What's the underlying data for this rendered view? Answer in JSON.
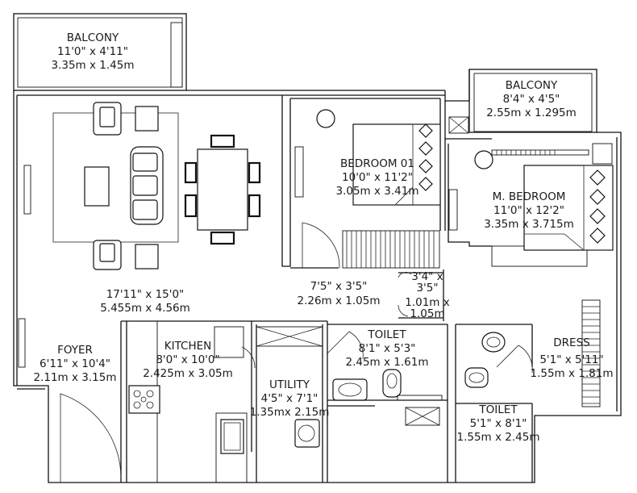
{
  "rooms": {
    "balcony_left": {
      "name": "BALCONY",
      "dim_ft": "11'0\" x 4'11\"",
      "dim_m": "3.35m x 1.45m"
    },
    "balcony_right": {
      "name": "BALCONY",
      "dim_ft": "8'4\" x 4'5\"",
      "dim_m": "2.55m x 1.295m"
    },
    "bedroom01": {
      "name": "BEDROOM 01",
      "dim_ft": "10'0\" x 11'2\"",
      "dim_m": "3.05m x 3.41m"
    },
    "master_bedroom": {
      "name": "M. BEDROOM",
      "dim_ft": "11'0\" x 12'2\"",
      "dim_m": "3.35m x 3.715m"
    },
    "living": {
      "dim_ft": "17'11\" x 15'0\"",
      "dim_m": "5.455m x 4.56m"
    },
    "passage": {
      "dim_ft": "7'5\" x 3'5\"",
      "dim_m": "2.26m x 1.05m"
    },
    "small_passage": {
      "dim_ft_1": "3'4\" x",
      "dim_ft_2": "3'5\"",
      "dim_m_1": "1.01m x",
      "dim_m_2": "1.05m"
    },
    "foyer": {
      "name": "FOYER",
      "dim_ft": "6'11\" x 10'4\"",
      "dim_m": "2.11m x 3.15m"
    },
    "kitchen": {
      "name": "KITCHEN",
      "dim_ft": "8'0\" x 10'0\"",
      "dim_m": "2.425m x 3.05m"
    },
    "utility": {
      "name": "UTILITY",
      "dim_ft": "4'5\" x 7'1\"",
      "dim_m": "1.35mx 2.15m"
    },
    "toilet_center": {
      "name": "TOILET",
      "dim_ft": "8'1\" x 5'3\"",
      "dim_m": "2.45m x 1.61m"
    },
    "toilet_right": {
      "name": "TOILET",
      "dim_ft": "5'1\" x 8'1\"",
      "dim_m": "1.55m x 2.45m"
    },
    "dress": {
      "name": "DRESS",
      "dim_ft": "5'1\" x 5'11\"",
      "dim_m": "1.55m x 1.81m"
    }
  }
}
